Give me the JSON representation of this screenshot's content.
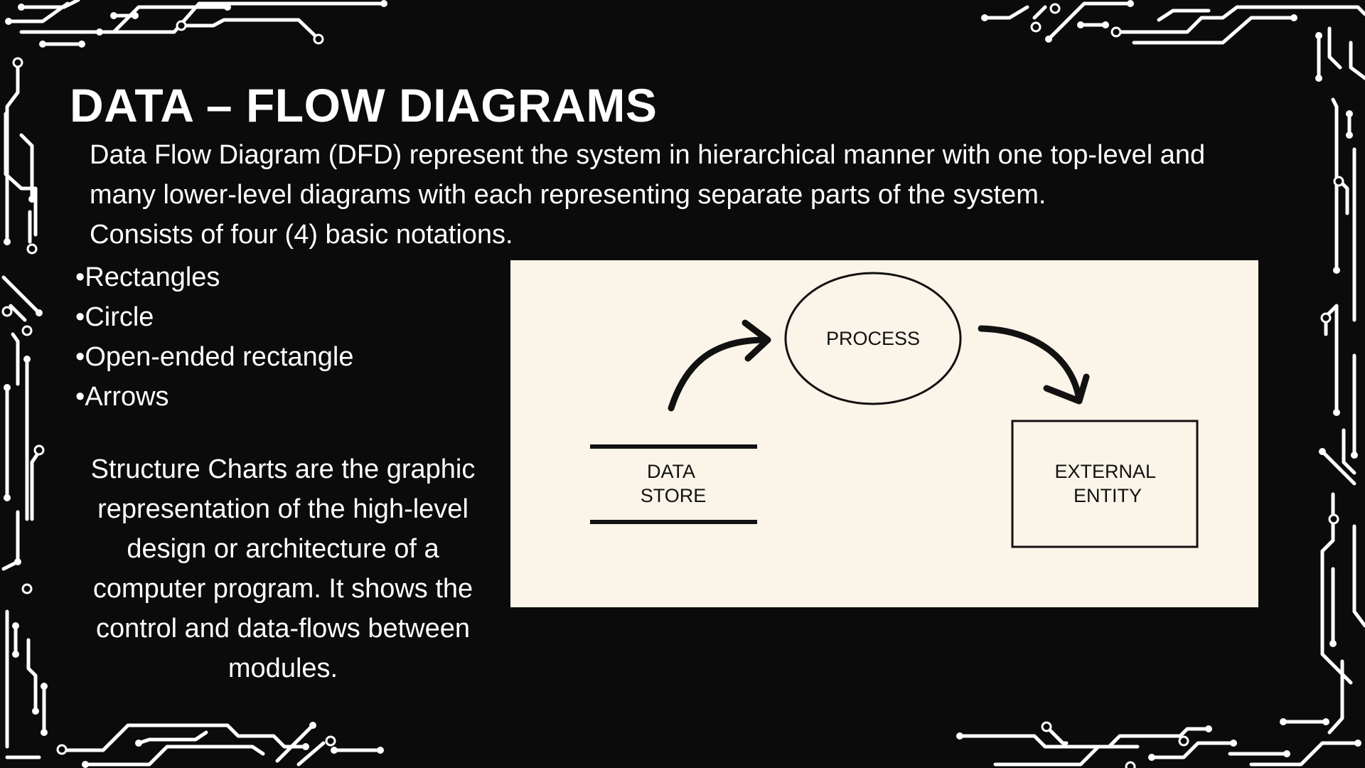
{
  "slide": {
    "title": "DATA – FLOW DIAGRAMS",
    "intro": {
      "line1": "Data Flow Diagram (DFD) represent the system in hierarchical manner with one top-level and",
      "line2": "many lower-level diagrams with each representing separate parts of the system.",
      "line3": "Consists of four (4) basic notations."
    },
    "bullets": [
      "Rectangles",
      "Circle",
      "Open-ended rectangle",
      "Arrows"
    ],
    "structure_charts": {
      "line1": "Structure Charts are the graphic",
      "line2": "representation of the high-level",
      "line3": "design or architecture of a",
      "line4": "computer program. It shows the",
      "line5": "control and data-flows between",
      "line6": "modules."
    }
  },
  "diagram": {
    "process_label": "PROCESS",
    "data_store_label": [
      "DATA",
      "STORE"
    ],
    "external_entity_label": [
      "EXTERNAL",
      "ENTITY"
    ]
  },
  "colors": {
    "background": "#0b0b0b",
    "text": "#ffffff",
    "panel": "#faf5e8",
    "ink": "#111111",
    "circuit": "#ffffff"
  }
}
